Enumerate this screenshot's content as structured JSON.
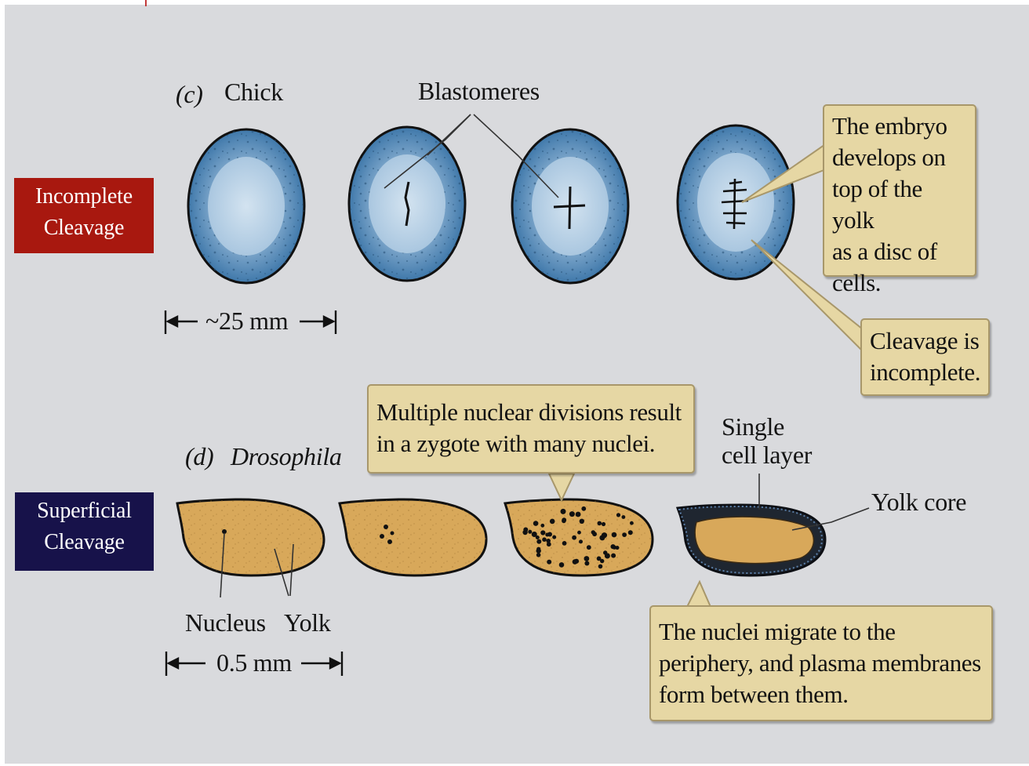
{
  "figure": {
    "panel_c": {
      "letter": "(c)",
      "organism": "Chick",
      "blastomeres_label": "Blastomeres",
      "scale_label": "~25 mm",
      "callout_embryo": [
        "The embryo",
        "develops on",
        "top of the yolk",
        "as a disc of",
        "cells."
      ],
      "callout_cleavage": [
        "Cleavage is",
        "incomplete."
      ],
      "category": [
        "Incomplete",
        "Cleavage"
      ],
      "category_color": "#a8180f"
    },
    "panel_d": {
      "letter": "(d)",
      "organism": "Drosophila",
      "callout_nuclei": [
        "Multiple nuclear divisions result",
        "in a zygote with many nuclei."
      ],
      "single_layer_label": [
        "Single",
        "cell layer"
      ],
      "yolk_core_label": "Yolk core",
      "nucleus_label": "Nucleus",
      "yolk_label": "Yolk",
      "scale_label": "0.5 mm",
      "callout_migrate": [
        "The nuclei migrate to the",
        "periphery, and plasma membranes",
        "form between them."
      ],
      "category": [
        "Superficial",
        "Cleavage"
      ],
      "category_color": "#17124a"
    },
    "colors": {
      "background": "#d9dadd",
      "egg_outer": "#4f86b6",
      "egg_inner": "#b9d2e6",
      "yolk": "#d8a85a",
      "callout": "#e6d7a4"
    }
  }
}
